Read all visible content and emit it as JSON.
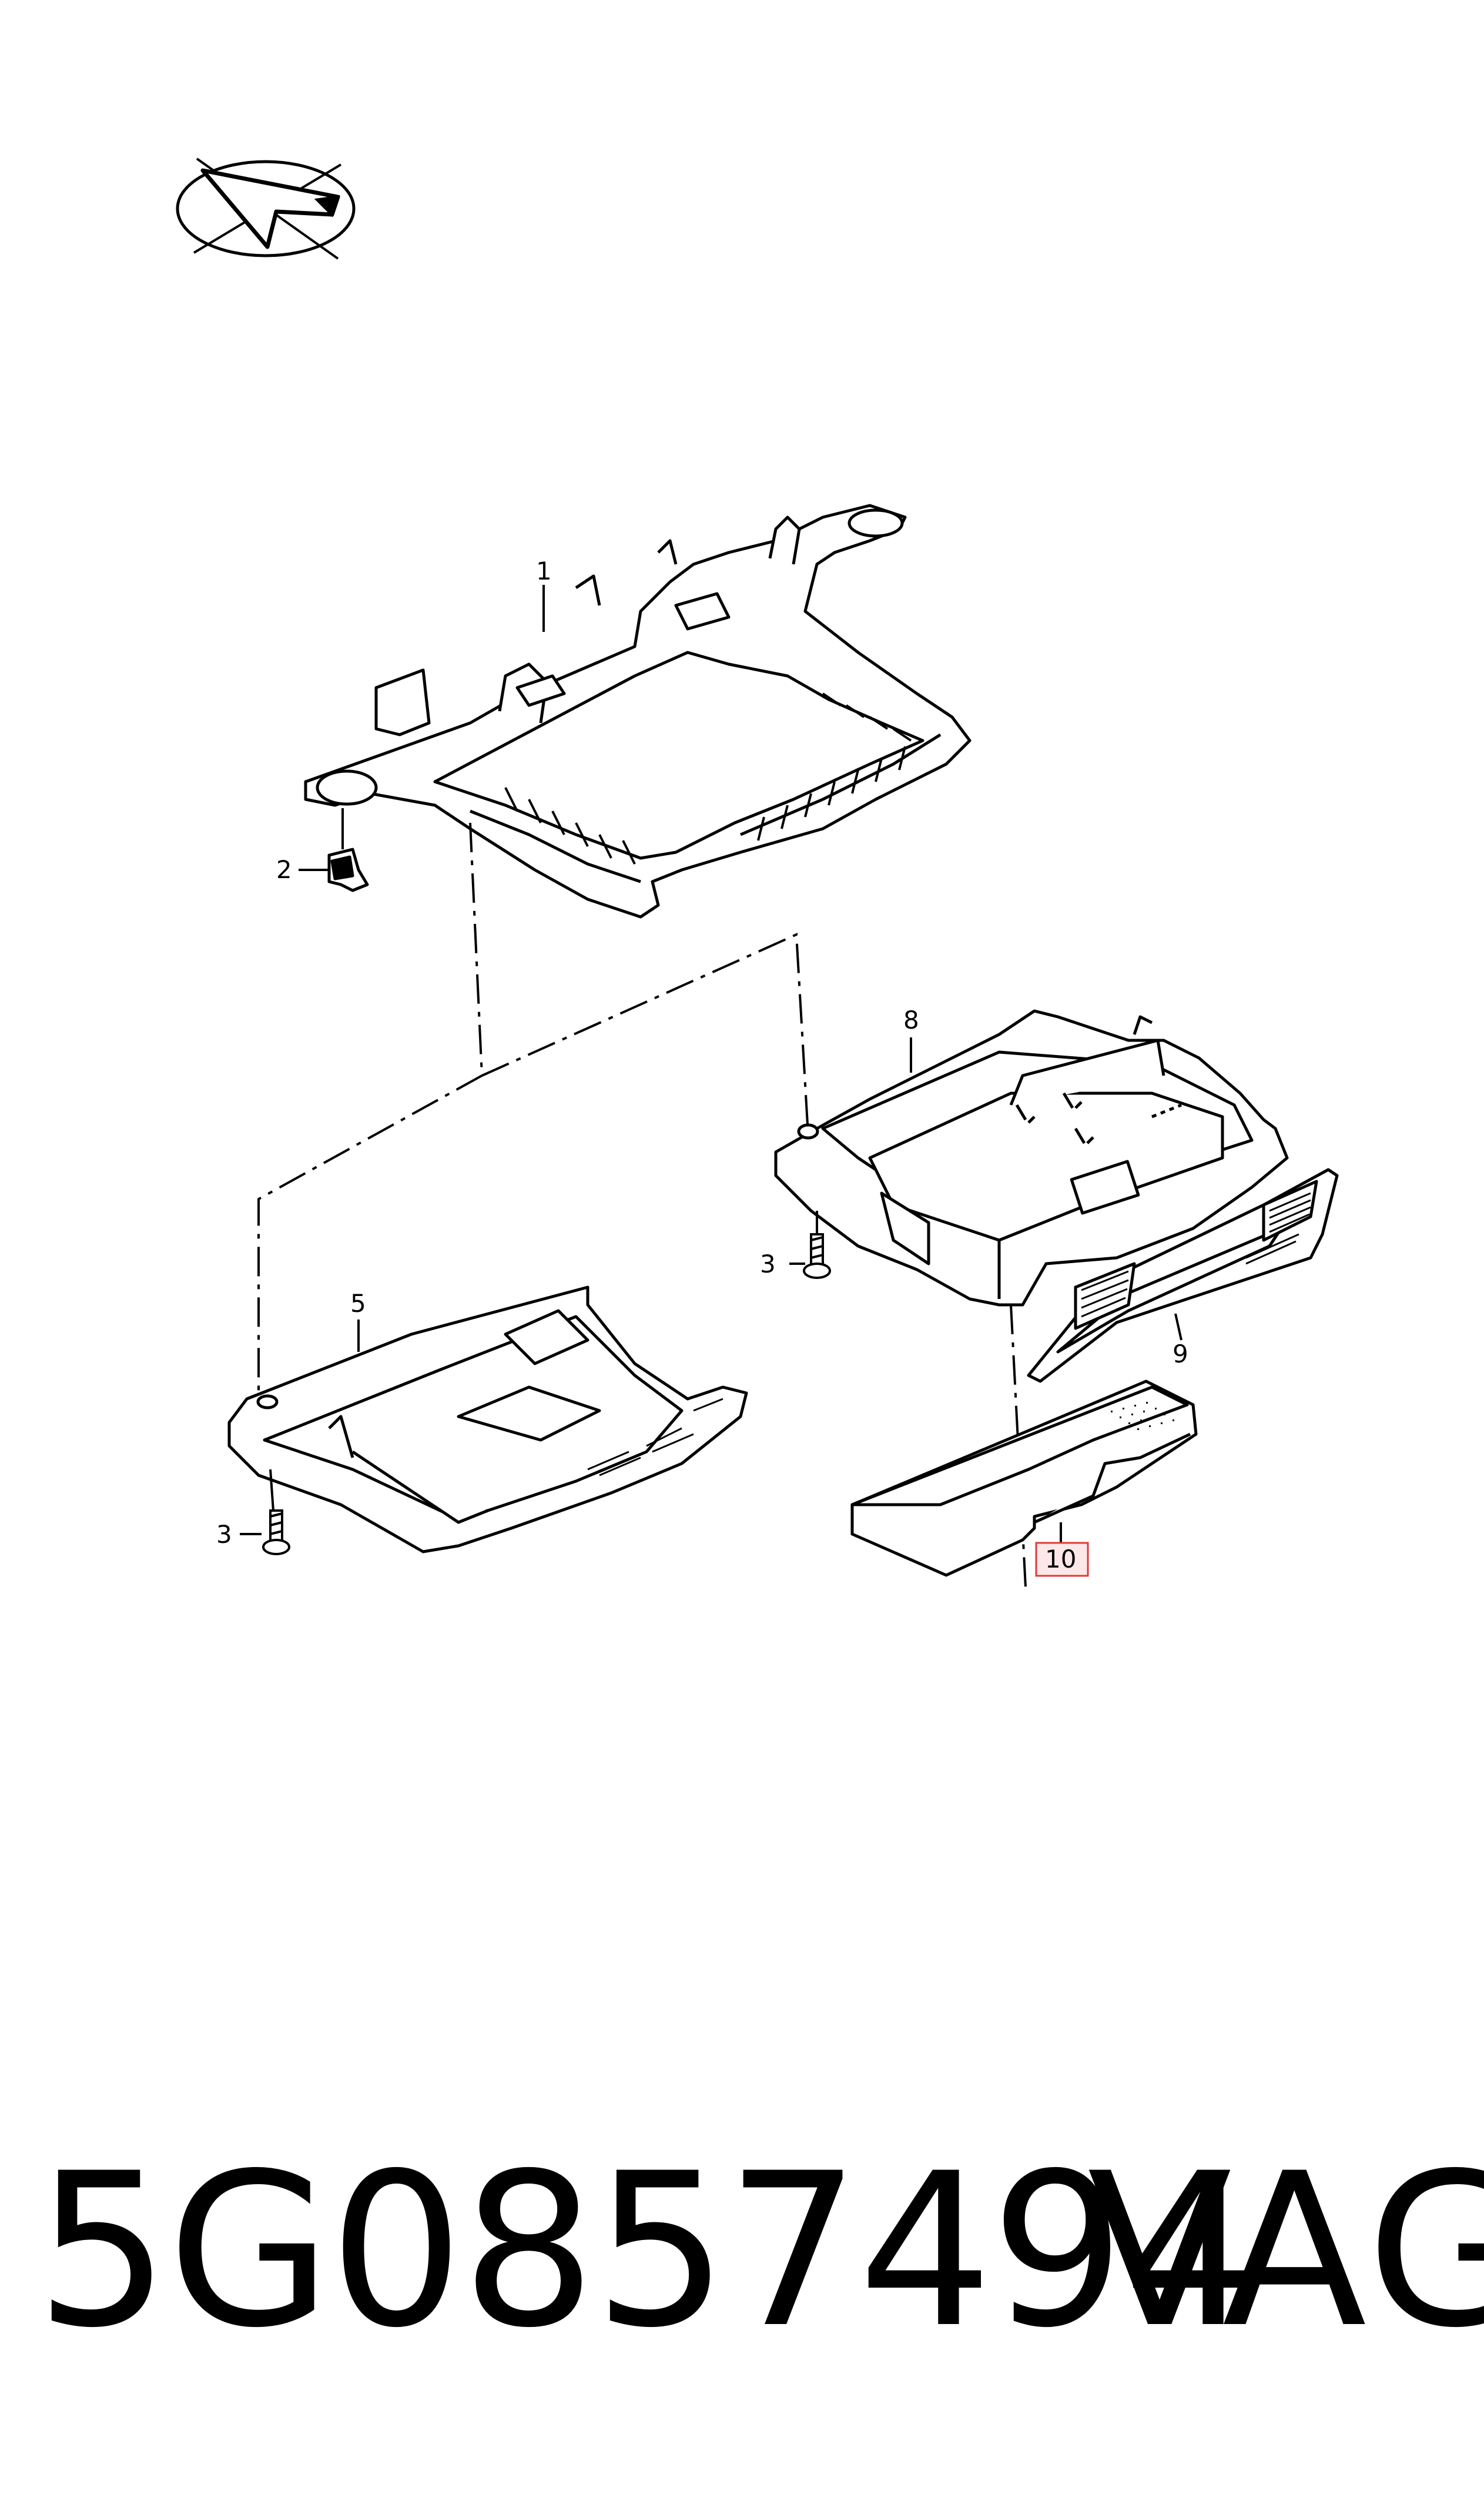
{
  "orientation_symbol": "direction-arrow-icon",
  "callouts": [
    {
      "id": "c1",
      "label": "1"
    },
    {
      "id": "c2",
      "label": "2"
    },
    {
      "id": "c8",
      "label": "8"
    },
    {
      "id": "c3a",
      "label": "3"
    },
    {
      "id": "c5",
      "label": "5"
    },
    {
      "id": "c9",
      "label": "9"
    },
    {
      "id": "c3b",
      "label": "3"
    },
    {
      "id": "c10",
      "label": "10",
      "highlighted": true
    }
  ],
  "highlight_color": "#e03a3a",
  "footer": {
    "part_number": "5G0857494",
    "brand": "VAG"
  }
}
